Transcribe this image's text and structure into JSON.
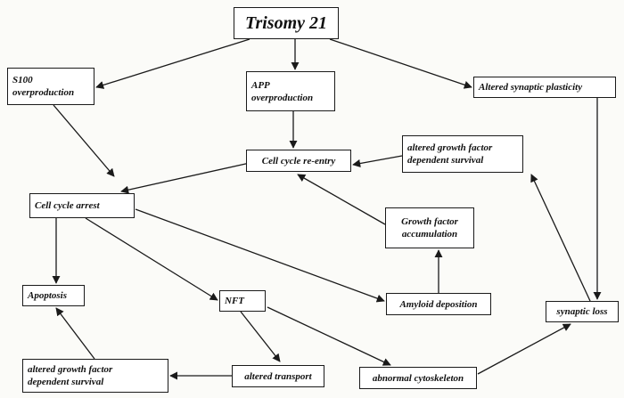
{
  "diagram": {
    "nodes": {
      "trisomy": "Trisomy 21",
      "s100": "S100\noverproduction",
      "app": "APP\noverproduction",
      "plasticity": "Altered synaptic plasticity",
      "reentry": "Cell cycle re-entry",
      "gf_survival_top": "altered growth factor\ndependent survival",
      "arrest": "Cell cycle arrest",
      "gf_accum": "Growth factor\naccumulation",
      "apoptosis": "Apoptosis",
      "nft": "NFT",
      "amyloid": "Amyloid deposition",
      "synaptic_loss": "synaptic loss",
      "gf_survival_bottom": "altered growth factor\ndependent survival",
      "transport": "altered transport",
      "cytoskeleton": "abnormal cytoskeleton"
    },
    "edges": [
      [
        "trisomy",
        "s100"
      ],
      [
        "trisomy",
        "app"
      ],
      [
        "trisomy",
        "plasticity"
      ],
      [
        "s100",
        "arrest"
      ],
      [
        "app",
        "reentry"
      ],
      [
        "gf_survival_top",
        "reentry"
      ],
      [
        "reentry",
        "arrest"
      ],
      [
        "gf_accum",
        "reentry"
      ],
      [
        "arrest",
        "apoptosis"
      ],
      [
        "arrest",
        "nft"
      ],
      [
        "arrest",
        "amyloid"
      ],
      [
        "amyloid",
        "gf_accum"
      ],
      [
        "plasticity",
        "synaptic_loss"
      ],
      [
        "synaptic_loss",
        "gf_survival_top"
      ],
      [
        "nft",
        "transport"
      ],
      [
        "nft",
        "cytoskeleton"
      ],
      [
        "transport",
        "gf_survival_bottom"
      ],
      [
        "gf_survival_bottom",
        "apoptosis"
      ],
      [
        "cytoskeleton",
        "synaptic_loss"
      ]
    ]
  }
}
